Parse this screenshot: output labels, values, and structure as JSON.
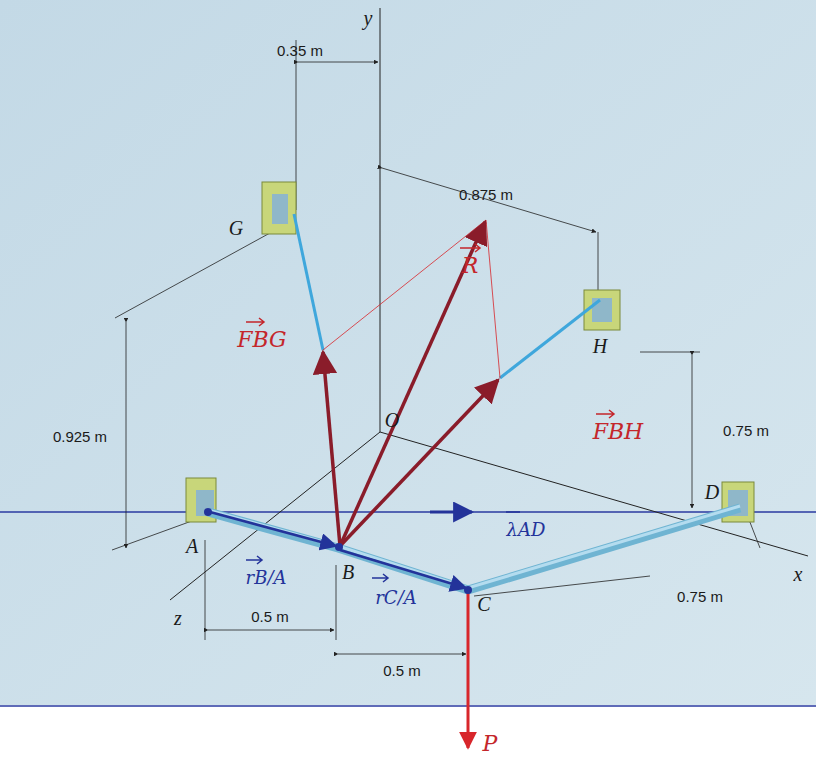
{
  "diagram": {
    "labels": [
      "y",
      "0.35 m",
      "G",
      "0.875 m",
      "R",
      "FBG",
      "H",
      "FBH",
      "0.925 m",
      "O",
      "0.75 m",
      "D",
      "λAD",
      "A",
      "rB/A",
      "x",
      "z",
      "B",
      "C",
      "0.75 m",
      "0.5 m",
      "0.5 m",
      "rC/A",
      "P"
    ]
  }
}
